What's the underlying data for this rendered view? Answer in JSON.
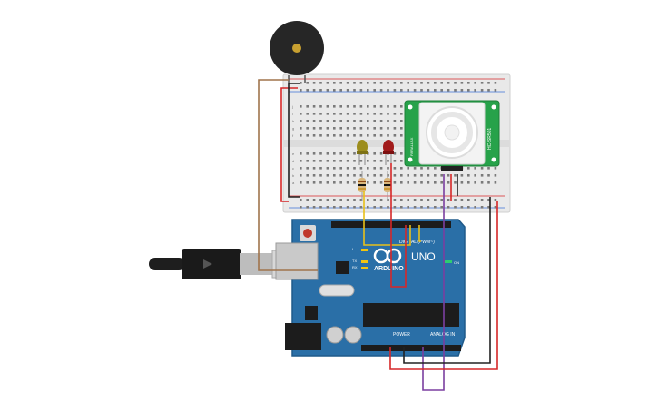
{
  "colors": {
    "board_blue": "#2a6fa7",
    "board_edge": "#1f5a8a",
    "breadboard": "#e9e9e9",
    "sensor_green": "#27a24a",
    "wire_brown": "#a0744c",
    "wire_red": "#d62728",
    "wire_black": "#222222",
    "wire_yellow": "#e8c01a",
    "wire_purple": "#7b3fa0",
    "led_yellow": "#9c8d1d",
    "led_red": "#a11a1a"
  },
  "arduino": {
    "logo_text": "ARDUINO",
    "model": "UNO",
    "digital_label": "DIGITAL (PWM~)",
    "power_label": "POWER",
    "analog_label": "ANALOG IN",
    "on_label": "ON",
    "tx_label": "TX",
    "rx_label": "RX",
    "l_label": "L"
  },
  "breadboard": {
    "row_letters_top": [
      "j",
      "i",
      "h",
      "g",
      "f"
    ],
    "row_letters_bottom": [
      "e",
      "d",
      "c",
      "b",
      "a"
    ]
  },
  "pir_sensor": {
    "label": "HC-SR501",
    "side_label": "PARALLAX"
  }
}
